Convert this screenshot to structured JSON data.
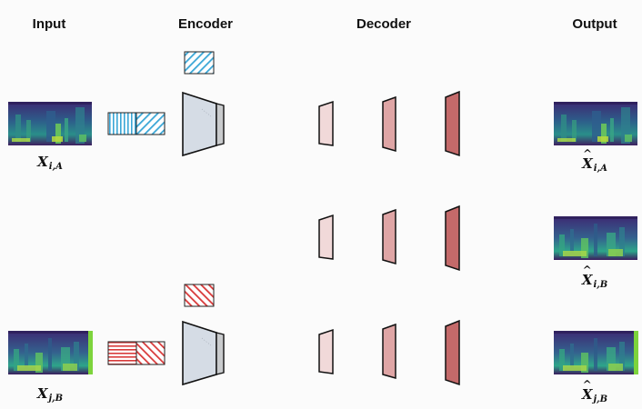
{
  "headers": {
    "input": "Input",
    "encoder": "Encoder",
    "decoder": "Decoder",
    "output": "Output"
  },
  "labels": {
    "x_iA": {
      "base": "X",
      "sub": "i,A",
      "hat": false
    },
    "x_jB": {
      "base": "X",
      "sub": "j,B",
      "hat": false
    },
    "xhat_iA": {
      "base": "X",
      "sub": "i,A",
      "hat": true
    },
    "xhat_iB": {
      "base": "X",
      "sub": "i,B",
      "hat": true
    },
    "xhat_jB": {
      "base": "X",
      "sub": "j,B",
      "hat": true
    }
  },
  "colors": {
    "background": "#fbfbfb",
    "spectrogram_base": "#3b2b6e",
    "encoder_body": "#d5dce5",
    "encoder_side": "#c9cbcd",
    "code_blue": "#3aa6d6",
    "code_red": "#d83a3a",
    "decoder_layer_1": "#f1d9d9",
    "decoder_layer_2": "#dfa5a5",
    "decoder_layer_3": "#c46a6a",
    "spectrogram_green_bar": "#7dd43c"
  }
}
